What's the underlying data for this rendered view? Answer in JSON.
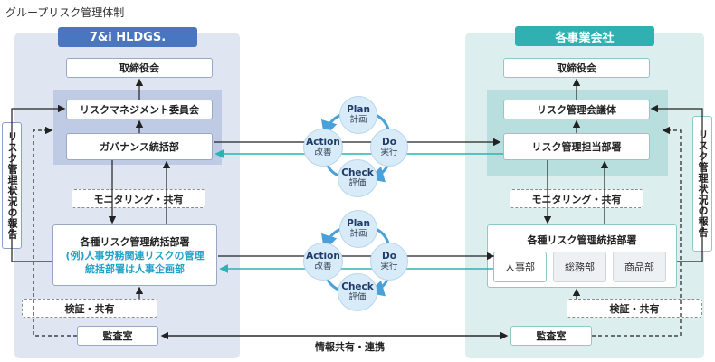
{
  "page_title": "グループリスク管理体制",
  "left": {
    "header": "7&i HLDGS.",
    "board": "取締役会",
    "risk_committee": "リスクマネジメント委員会",
    "governance": "ガバナンス統括部",
    "side_report": "リスク管理状況の報告",
    "monitoring": "モニタリング・共有",
    "division_title": "各種リスク管理統括部署",
    "division_example": "(例)人事労務関連リスクの管理統括部署は人事企画部",
    "verify": "検証・共有",
    "audit": "監査室"
  },
  "right": {
    "header": "各事業会社",
    "board": "取締役会",
    "risk_council": "リスク管理会議体",
    "risk_dept": "リスク管理担当部署",
    "side_report": "リスク管理状況の報告",
    "monitoring": "モニタリング・共有",
    "division_title": "各種リスク管理統括部署",
    "departments": [
      "人事部",
      "総務部",
      "商品部"
    ],
    "verify": "検証・共有",
    "audit": "監査室"
  },
  "pdca_cycles": [
    {
      "plan": "Plan",
      "plan_ja": "計画",
      "do": "Do",
      "do_ja": "実行",
      "check": "Check",
      "check_ja": "評価",
      "action": "Action",
      "action_ja": "改善"
    },
    {
      "plan": "Plan",
      "plan_ja": "計画",
      "do": "Do",
      "do_ja": "実行",
      "check": "Check",
      "check_ja": "評価",
      "action": "Action",
      "action_ja": "改善"
    }
  ],
  "info_share": "情報共有・連携",
  "colors": {
    "hd_blue": "#4a76bf",
    "hd_teal": "#30b0b0",
    "link_teal": "#2bb3b3",
    "arrow_blue": "#4aa0d8"
  }
}
